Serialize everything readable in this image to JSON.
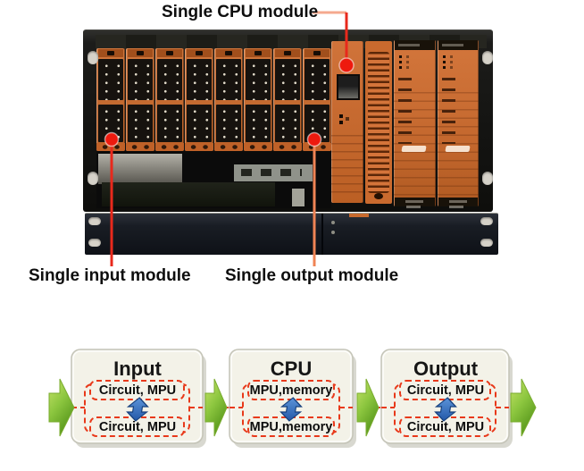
{
  "figure_callouts": {
    "cpu": "Single CPU module",
    "input": "Single input module",
    "output": "Single output module"
  },
  "flow": {
    "boxes": [
      {
        "title": "Input",
        "top": "Circuit, MPU",
        "bottom": "Circuit, MPU"
      },
      {
        "title": "CPU",
        "top": "MPU,memory",
        "bottom": "MPU,memory"
      },
      {
        "title": "Output",
        "top": "Circuit, MPU",
        "bottom": "Circuit, MPU"
      }
    ]
  },
  "rack": {
    "io_module_count": 8,
    "processor_module_count": 2
  },
  "colors": {
    "module_orange": "#c96a2e",
    "callout_dot_red": "#ee1a0e",
    "callout_line_red": "#e8291c",
    "callout_line_salmon": "#f08455",
    "flow_dashed_red": "#e8391a",
    "flow_arrow_green": "#8cc63f",
    "flow_exchange_blue": "#2d65b0",
    "flow_box_bg": "#f3f2e8"
  }
}
